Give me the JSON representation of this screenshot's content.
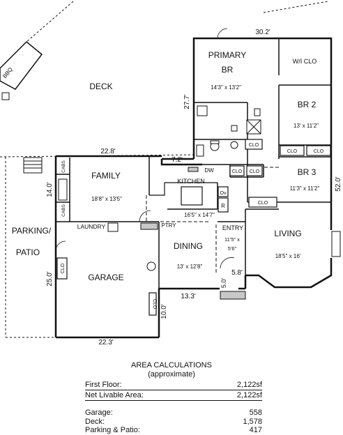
{
  "plan": {
    "deck_label": "DECK",
    "bbq_label": "BBQ",
    "parking_label_1": "PARKING/",
    "parking_label_2": "PATIO",
    "rooms": {
      "primary_name_1": "PRIMARY",
      "primary_name_2": "BR",
      "primary_size": "14'3\" x 13'2\"",
      "wic": "W/I CLO",
      "br2_name": "BR 2",
      "br2_size": "13' x 11'2\"",
      "br3_name": "BR 3",
      "br3_size": "11'3\" x 11'2\"",
      "family_name": "FAMILY",
      "family_size": "18'8\" x 13'5\"",
      "kitchen_name": "KITCHEN",
      "kitchen_size": "16'5\" x 14'7\"",
      "dining_name": "DINING",
      "dining_size": "13' x 12'8\"",
      "living_name": "LIVING",
      "living_size": "18'5\" x 16'",
      "entry_name": "ENTRY",
      "entry_size_1": "11'5\" x",
      "entry_size_2": "5'6\"",
      "garage_name": "GARAGE",
      "laundry": "LAUNDRY",
      "ptry": "PTRY",
      "dw": "DW",
      "ov": "Ov",
      "r": "R",
      "cabs": "CABS",
      "clo": "CLO"
    },
    "dims": {
      "top": "30.2'",
      "right": "52.0'",
      "primary_left": "27.7'",
      "family_top": "22.8'",
      "kitchen_top": "7.2'",
      "family_left": "14.0'",
      "garage_left": "25.0'",
      "garage_bottom": "22.3'",
      "dining_bottom": "13.3'",
      "garage_closet": "10.0'",
      "entry_small": "5.8'",
      "entry_vertical": "5.0'"
    }
  },
  "area": {
    "title": "AREA CALCULATIONS",
    "subtitle": "(approximate)",
    "rows": [
      {
        "label": "First  Floor:",
        "value": "2,122sf"
      },
      {
        "label": "Net Livable Area:",
        "value": "2,122sf"
      },
      {
        "label": "Garage:",
        "value": "558"
      },
      {
        "label": "Deck:",
        "value": "1,578"
      },
      {
        "label": "Parking & Patio:",
        "value": "417"
      }
    ]
  }
}
